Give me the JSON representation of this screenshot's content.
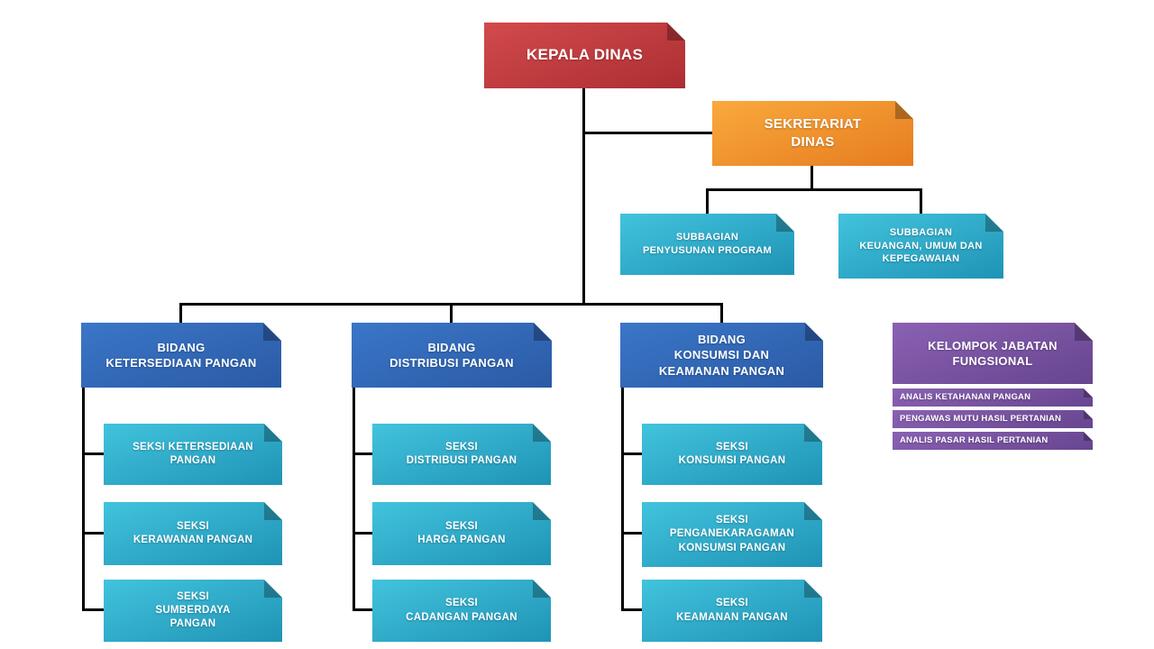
{
  "palette": {
    "kepala_red": "#b93538",
    "sekretariat_orange": "#ee8a24",
    "subbagian_seksi_teal": "#2aa6c4",
    "bidang_blue": "#2f66b0",
    "fungsional_purple": "#7a53a5",
    "connector_black": "#000000",
    "background": "#ffffff"
  },
  "org": {
    "kepala_dinas": {
      "label": "KEPALA DINAS"
    },
    "sekretariat": {
      "label": "SEKRETARIAT\nDINAS"
    },
    "subbagian_program": {
      "label": "SUBBAGIAN\nPENYUSUNAN PROGRAM"
    },
    "subbagian_keuangan": {
      "label": "SUBBAGIAN\nKEUANGAN, UMUM DAN\nKEPEGAWAIAN"
    },
    "bidang_ketersediaan": {
      "label": "BIDANG\nKETERSEDIAAN PANGAN"
    },
    "bidang_distribusi": {
      "label": "BIDANG\nDISTRIBUSI PANGAN"
    },
    "bidang_konsumsi": {
      "label": "BIDANG\nKONSUMSI DAN\nKEAMANAN PANGAN"
    },
    "kelompok_jabatan": {
      "label": "KELOMPOK JABATAN\nFUNGSIONAL"
    },
    "fungsional": [
      "ANALIS KETAHANAN PANGAN",
      "PENGAWAS MUTU HASIL PERTANIAN",
      "ANALIS PASAR HASIL PERTANIAN"
    ],
    "seksi_ketersediaan": {
      "label": "SEKSI KETERSEDIAAN\nPANGAN"
    },
    "seksi_kerawanan": {
      "label": "SEKSI\nKERAWANAN PANGAN"
    },
    "seksi_sumberdaya": {
      "label": "SEKSI\nSUMBERDAYA\nPANGAN"
    },
    "seksi_distribusi": {
      "label": "SEKSI\nDISTRIBUSI PANGAN"
    },
    "seksi_harga": {
      "label": "SEKSI\nHARGA PANGAN"
    },
    "seksi_cadangan": {
      "label": "SEKSI\nCADANGAN PANGAN"
    },
    "seksi_konsumsi": {
      "label": "SEKSI\nKONSUMSI PANGAN"
    },
    "seksi_penganekaragaman": {
      "label": "SEKSI\nPENGANEKARAGAMAN\nKONSUMSI PANGAN"
    },
    "seksi_keamanan": {
      "label": "SEKSI\nKEAMANAN PANGAN"
    }
  }
}
